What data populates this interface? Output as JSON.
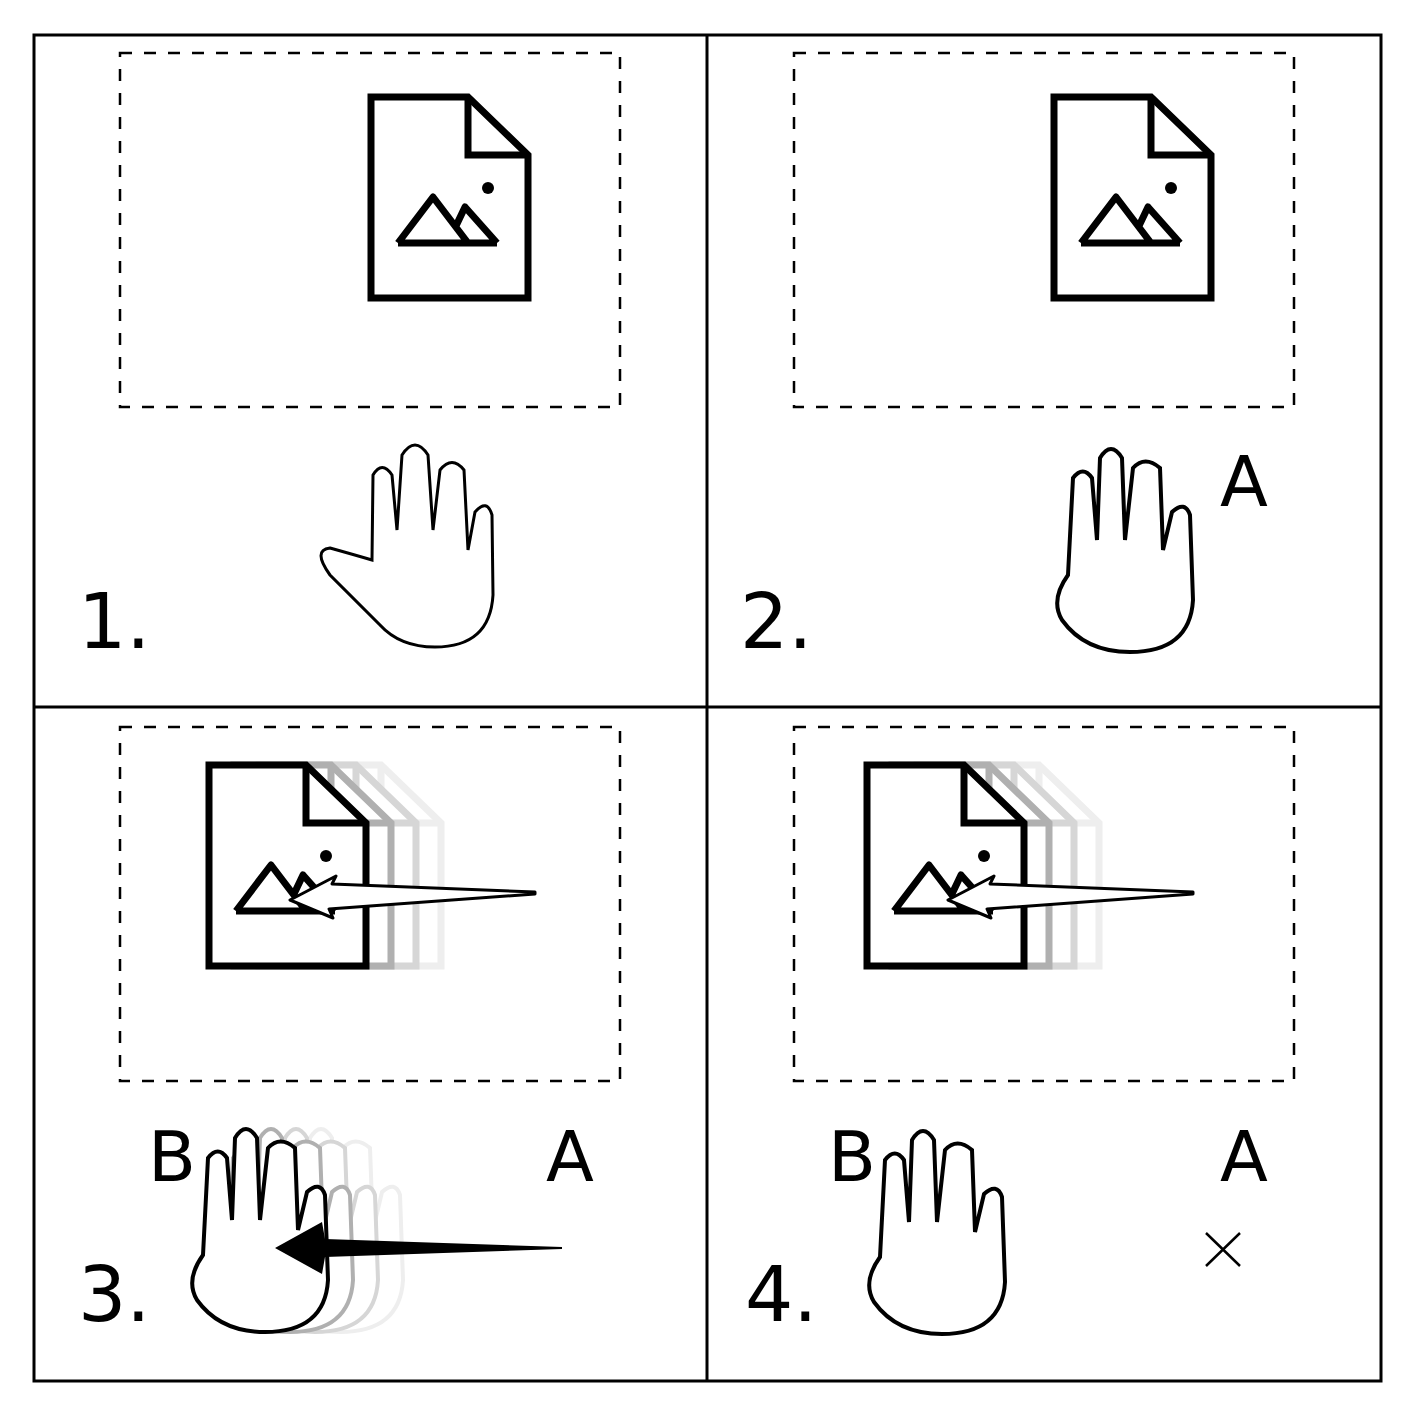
{
  "diagram": {
    "labels": [
      "1.",
      "A",
      "2.",
      "B",
      "A",
      "3.",
      "B",
      "A",
      "4."
    ]
  }
}
